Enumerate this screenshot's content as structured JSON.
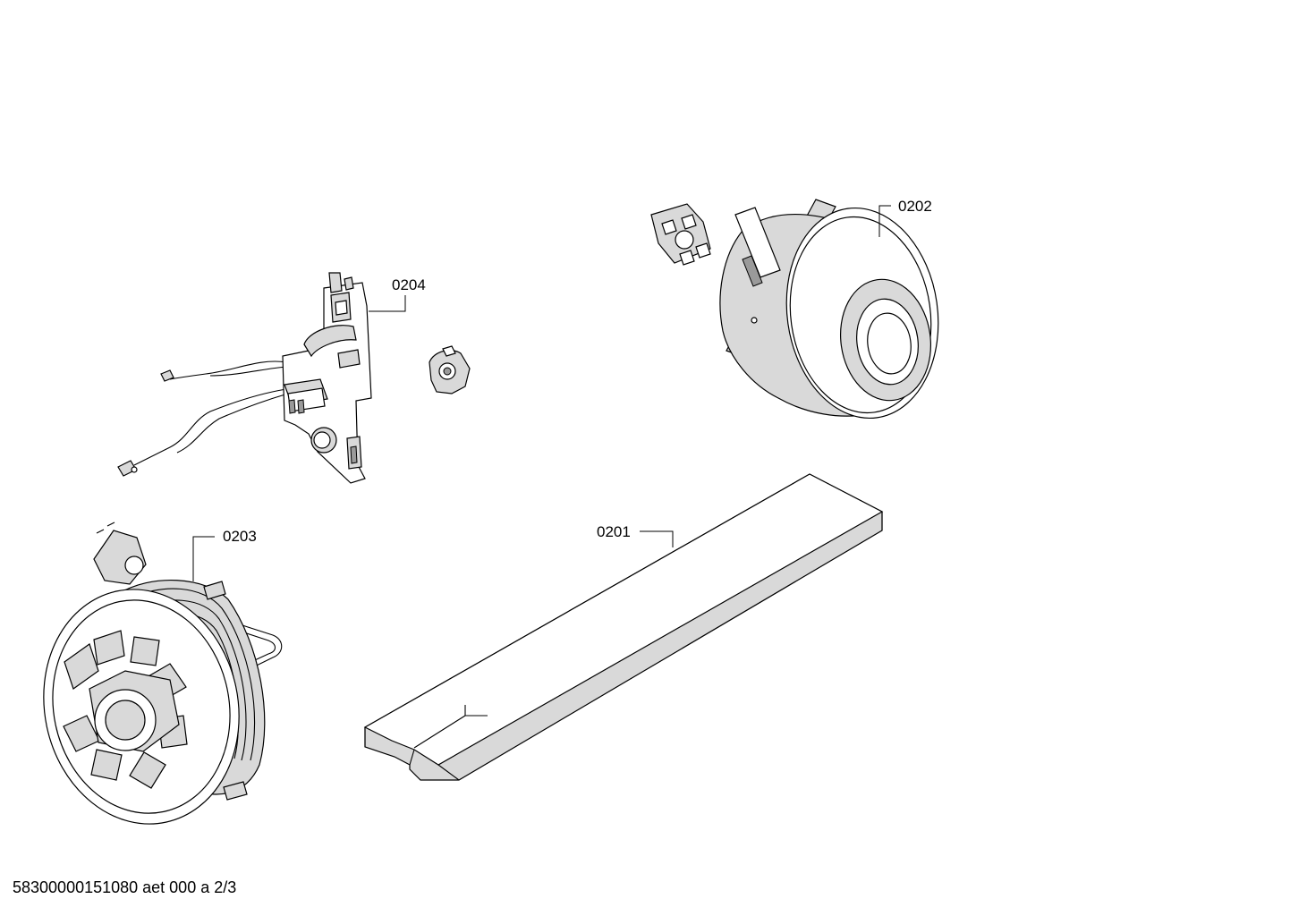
{
  "parts": [
    {
      "id": "board",
      "label": "0204"
    },
    {
      "id": "motor",
      "label": "0202"
    },
    {
      "id": "reel",
      "label": "0203"
    },
    {
      "id": "filter",
      "label": "0201"
    }
  ],
  "footer": "58300000151080 aet 000 a 2/3"
}
